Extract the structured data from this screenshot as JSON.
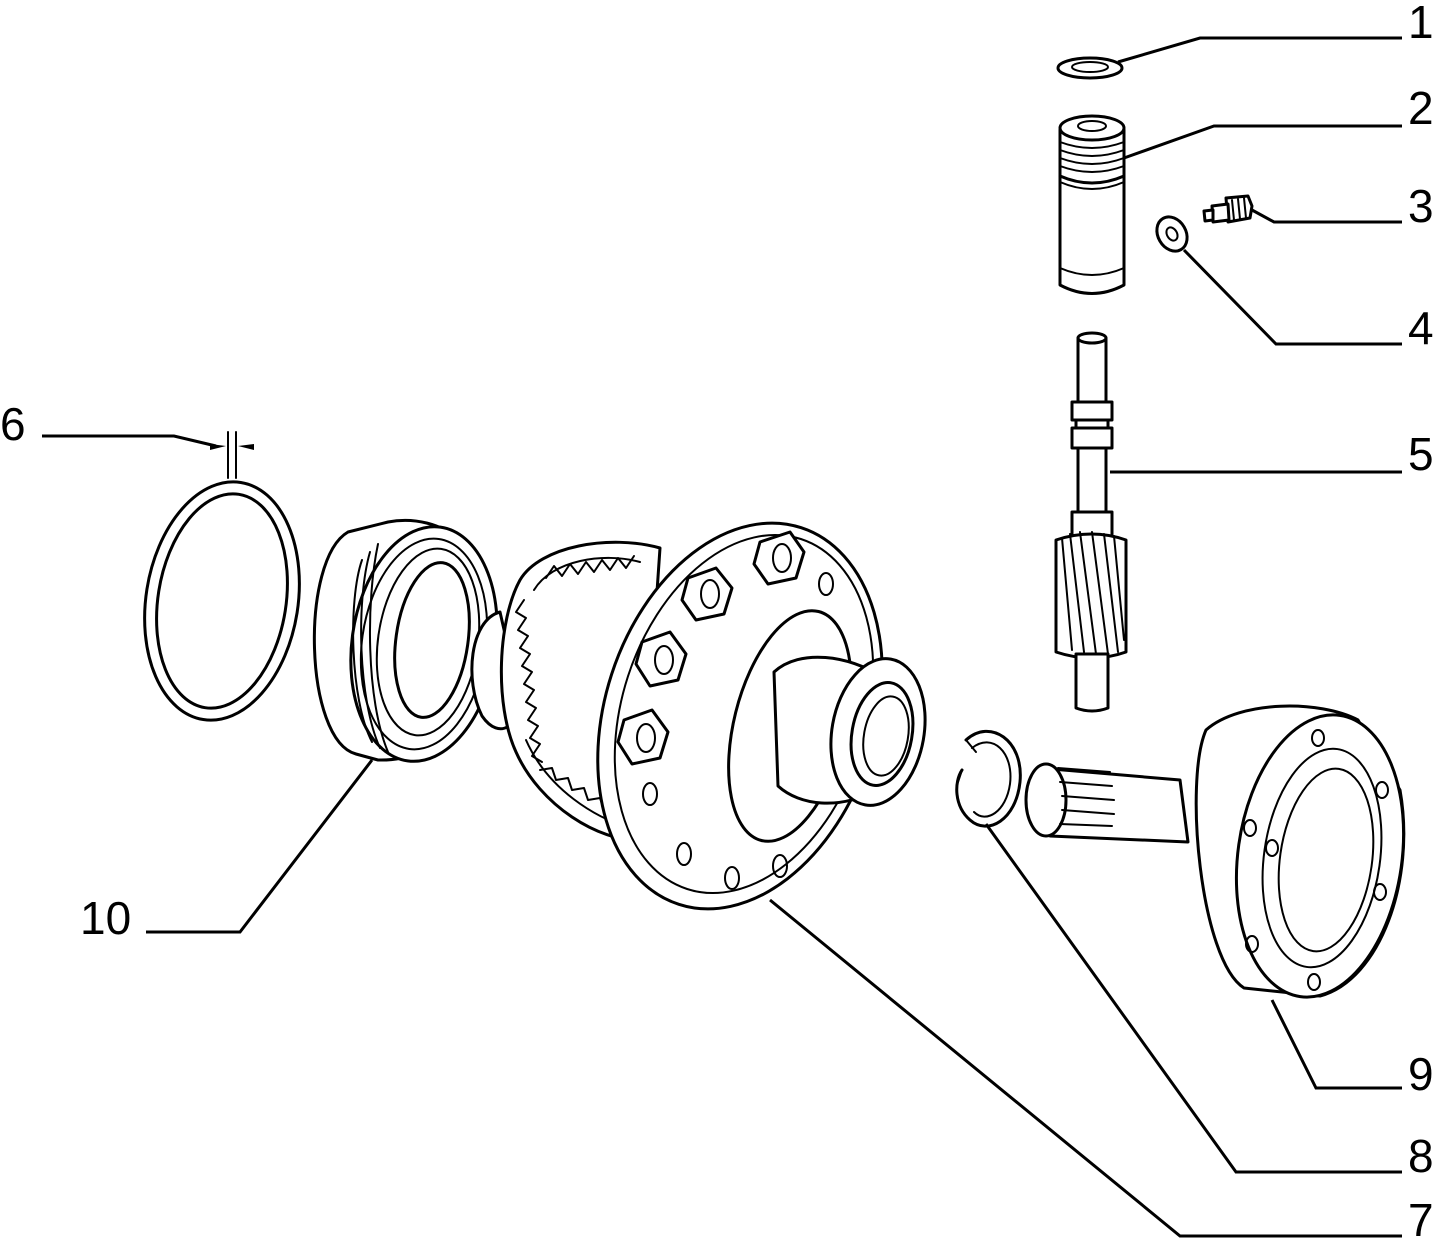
{
  "callouts": [
    {
      "id": "1",
      "label": "1"
    },
    {
      "id": "2",
      "label": "2"
    },
    {
      "id": "3",
      "label": "3"
    },
    {
      "id": "4",
      "label": "4"
    },
    {
      "id": "5",
      "label": "5"
    },
    {
      "id": "6",
      "label": "6"
    },
    {
      "id": "7",
      "label": "7"
    },
    {
      "id": "8",
      "label": "8"
    },
    {
      "id": "9",
      "label": "9"
    },
    {
      "id": "10",
      "label": "10"
    }
  ],
  "parts": [
    {
      "callout": "1",
      "icon": "washer-icon"
    },
    {
      "callout": "2",
      "icon": "bushing-icon"
    },
    {
      "callout": "3",
      "icon": "screw-icon"
    },
    {
      "callout": "4",
      "icon": "washer-icon"
    },
    {
      "callout": "5",
      "icon": "pinion-shaft-icon"
    },
    {
      "callout": "6",
      "icon": "shim-ring-icon"
    },
    {
      "callout": "7",
      "icon": "differential-housing-icon"
    },
    {
      "callout": "8",
      "icon": "snap-ring-icon"
    },
    {
      "callout": "9",
      "icon": "flange-shaft-icon"
    },
    {
      "callout": "10",
      "icon": "bearing-icon"
    }
  ],
  "colors": {
    "line": "#000000",
    "background": "#ffffff"
  }
}
